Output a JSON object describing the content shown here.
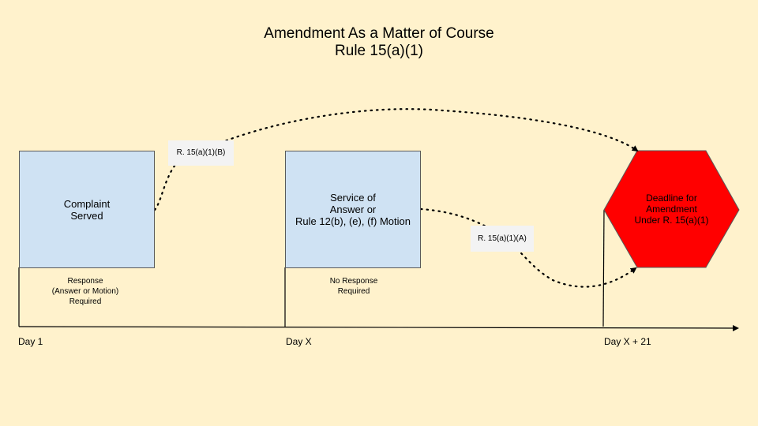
{
  "title": {
    "line1": "Amendment As a Matter of Course",
    "line2": "Rule 15(a)(1)"
  },
  "boxes": {
    "complaint": {
      "line1": "Complaint",
      "line2": "Served"
    },
    "service": {
      "line1": "Service of",
      "line2": "Answer or",
      "line3": "Rule 12(b), (e), (f) Motion"
    },
    "deadline": {
      "line1": "Deadline for",
      "line2": "Amendment",
      "line3": "Under R. 15(a)(1)"
    }
  },
  "tags": {
    "upper": "R. 15(a)(1)(B)",
    "lower": "R. 15(a)(1)(A)"
  },
  "notes": {
    "response": {
      "line1": "Response",
      "line2": "(Answer or Motion)",
      "line3": "Required"
    },
    "no_response": {
      "line1": "No Response",
      "line2": "Required"
    }
  },
  "timeline": {
    "day1": "Day 1",
    "dayx": "Day X",
    "dayx21": "Day X + 21"
  },
  "colors": {
    "background": "#fff2cc",
    "box_fill": "#cfe2f3",
    "deadline_fill": "#ff0000",
    "tag_fill": "#f3f3f3"
  }
}
